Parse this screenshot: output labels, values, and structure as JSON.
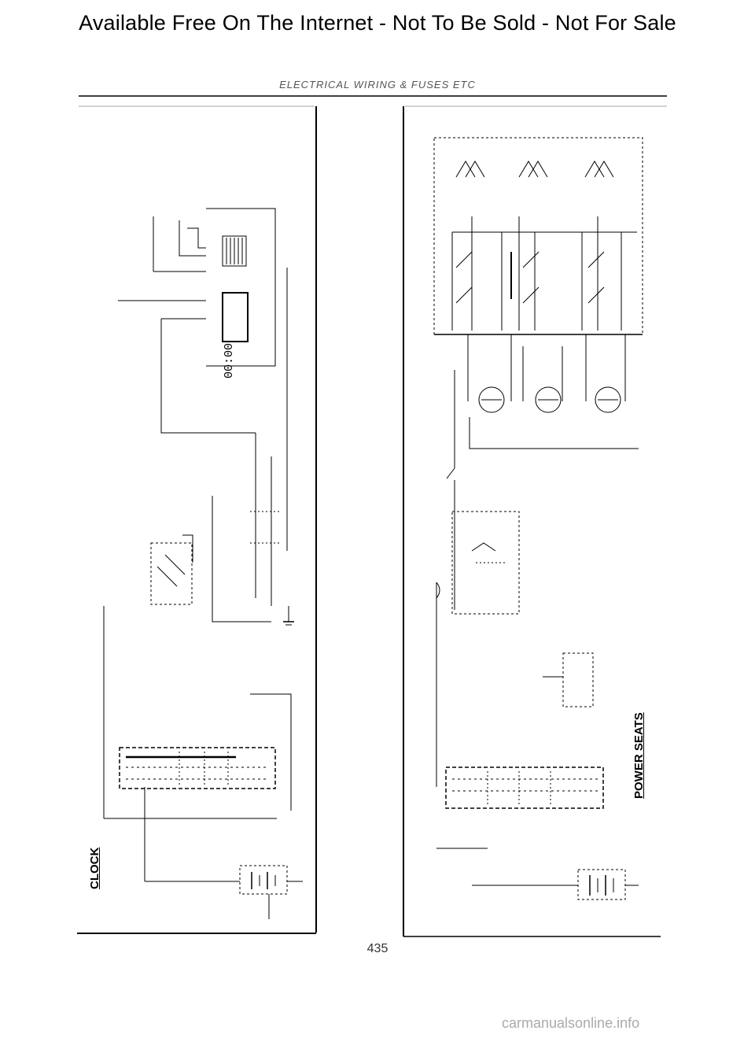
{
  "banner": {
    "text": "Available Free On The Internet - Not To Be Sold - Not For Sale"
  },
  "page": {
    "header": "ELECTRICAL WIRING & FUSES ETC",
    "number": "435"
  },
  "sections": {
    "clock": "CLOCK",
    "power_seats": "POWER SEATS"
  },
  "clock_display": "00:00",
  "watermark": "carmanualsonline.info",
  "colors": {
    "line": "#000000",
    "faint": "#666666",
    "page": "#ffffff"
  }
}
